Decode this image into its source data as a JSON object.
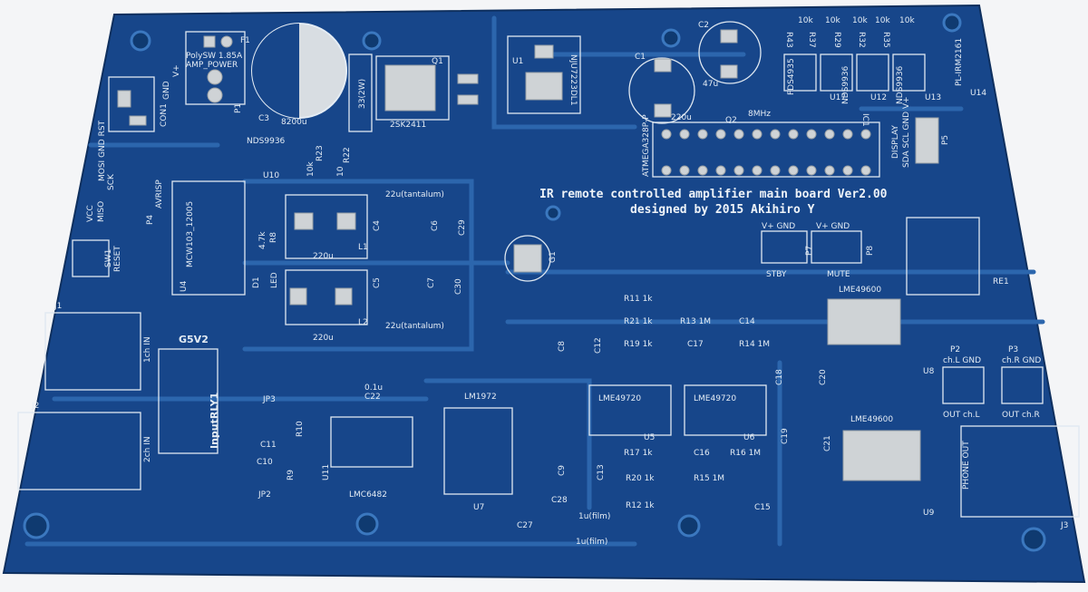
{
  "board": {
    "colors": {
      "soldermask": "#17468a",
      "trace": "#2c66ad",
      "silkscreen": "#e4ecf4",
      "pad": "#cfd3d6",
      "background": "#f4f5f7"
    },
    "title": "IR remote controlled amplifier main board Ver2.00",
    "subtitle": "designed by 2015 Akihiro Y"
  },
  "labels": [
    "F1",
    "PolySW 1.85A",
    "AMP_POWER",
    "GND",
    "V+",
    "CON1",
    "P1",
    "C3",
    "8200u",
    "33(2W)",
    "Q1",
    "2SK2411",
    "U1",
    "NJU7223DL1",
    "C1",
    "220u",
    "C2",
    "47u",
    "Q2",
    "8MHz",
    "ATMEGA328P-P",
    "IC1",
    "10k",
    "10k",
    "10k",
    "10k",
    "10k",
    "R43",
    "R37",
    "R29",
    "R32",
    "R35",
    "FDS4935",
    "U17",
    "NDS9936",
    "U12",
    "NDS9936",
    "U13",
    "PL-IRM2161",
    "U14",
    "DISPLAY",
    "SDA SCL GND V+",
    "P5",
    "NDS9936",
    "U10",
    "R23",
    "R22",
    "10k",
    "10",
    "MOSI GND RST",
    "SCK",
    "VCC",
    "MISO",
    "AVRISP",
    "P4",
    "SW1",
    "RESET",
    "MCW103_12005",
    "U4",
    "4.7k",
    "R8",
    "D1",
    "LED",
    "L1",
    "220u",
    "L2",
    "220u",
    "22u(tantalum)",
    "22u(tantalum)",
    "C4",
    "C6",
    "C29",
    "C5",
    "C7",
    "C30",
    "G1",
    "V+  GND",
    "P7",
    "STBY",
    "V+  GND",
    "P8",
    "MUTE",
    "RE1",
    "J1",
    "1ch IN",
    "J2",
    "2ch IN",
    "G5V2",
    "InputRLY1",
    "JP3",
    "C11",
    "R10",
    "C10",
    "JP2",
    "R9",
    "0.1u",
    "C22",
    "U11",
    "LMC6482",
    "LM1972",
    "U7",
    "C8",
    "C12",
    "R11 1k",
    "R21 1k",
    "R19 1k",
    "R13 1M",
    "C14",
    "C17",
    "R14 1M",
    "LME49720",
    "U5",
    "LME49720",
    "U6",
    "LME49600",
    "U8",
    "LME49600",
    "U9",
    "C18",
    "C20",
    "C19",
    "C21",
    "P2",
    "ch.L GND",
    "OUT ch.L",
    "P3",
    "ch.R GND",
    "OUT ch.R",
    "PHONE OUT",
    "J3",
    "R17 1k",
    "C16",
    "R16 1M",
    "R20 1k",
    "R15 1M",
    "R12 1k",
    "C15",
    "C9",
    "C13",
    "C28",
    "1u(film)",
    "C27",
    "1u(film)"
  ]
}
